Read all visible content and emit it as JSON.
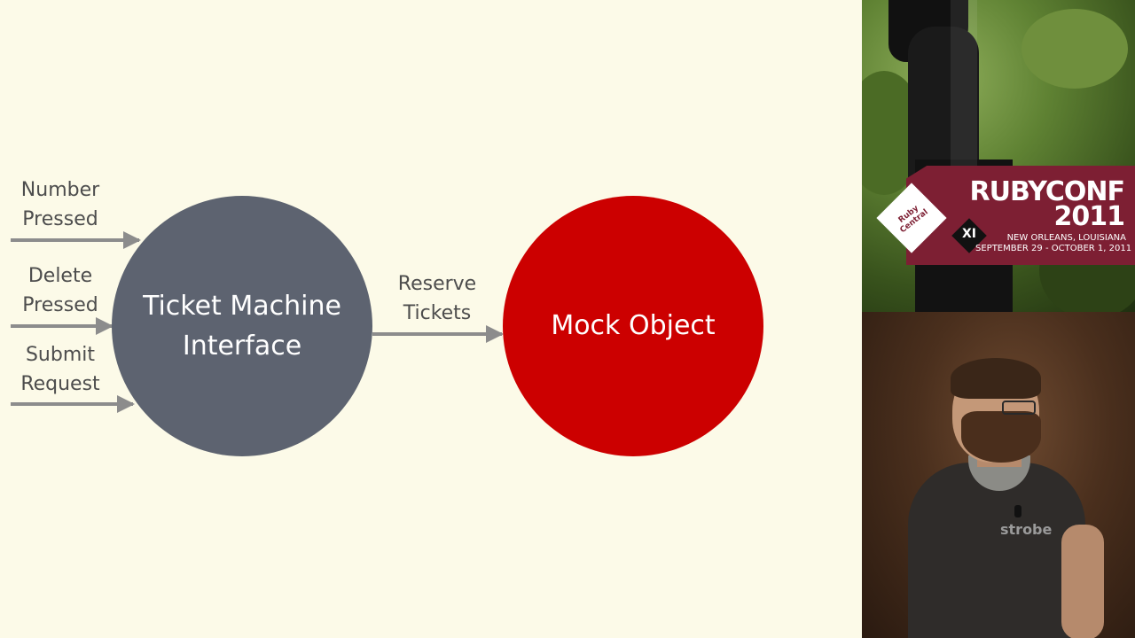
{
  "slide": {
    "inputs": [
      {
        "line1": "Number",
        "line2": "Pressed"
      },
      {
        "line1": "Delete",
        "line2": "Pressed"
      },
      {
        "line1": "Submit",
        "line2": "Request"
      }
    ],
    "interface_label": "Ticket Machine\nInterface",
    "message": {
      "line1": "Reserve",
      "line2": "Tickets"
    },
    "mock_label": "Mock Object",
    "colors": {
      "background": "#fcfae8",
      "interface": "#5d6370",
      "mock": "#cc0000",
      "arrow": "#8c8c8c",
      "text": "#4d4d4d"
    }
  },
  "branding": {
    "logo_text": "Ruby Central",
    "conference": "RUBYCONF",
    "year": "2011",
    "edition": "XI",
    "location": "NEW ORLEANS, LOUISIANA",
    "dates": "SEPTEMBER 29 - OCTOBER 1, 2011",
    "colors": {
      "banner": "#7d1f33"
    }
  },
  "speaker": {
    "shirt_logo": "strobe"
  }
}
